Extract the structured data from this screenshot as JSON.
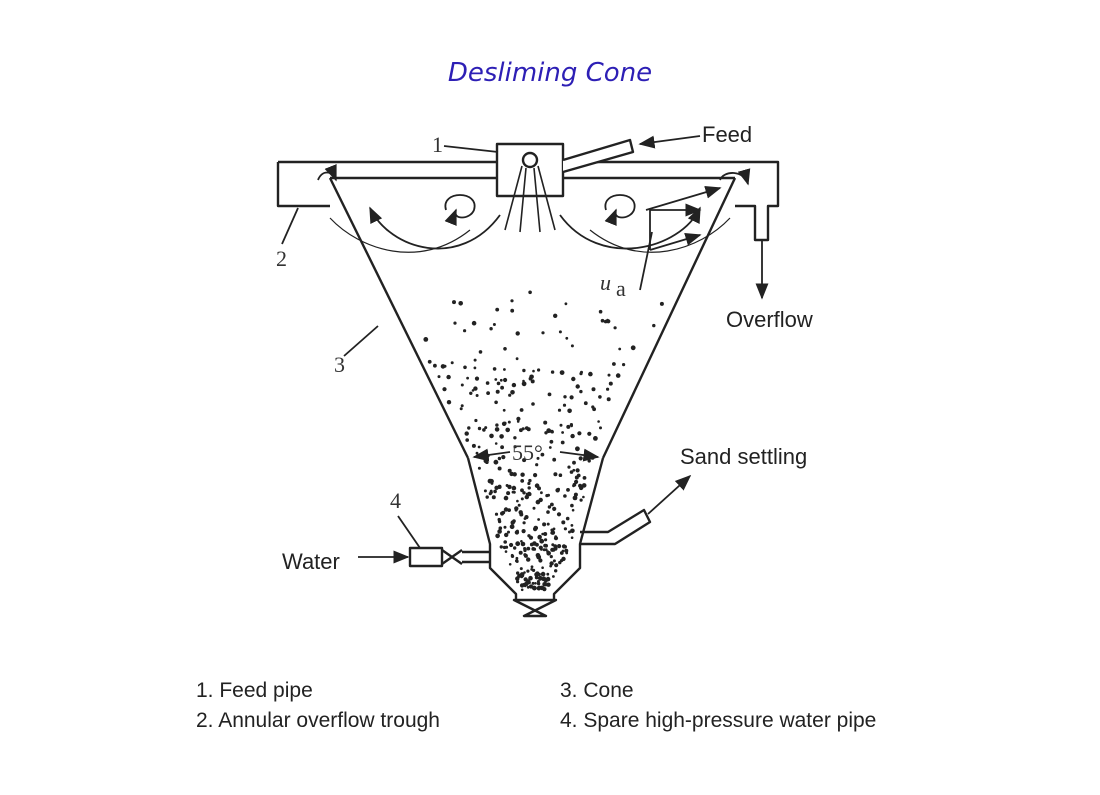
{
  "title": "Desliming Cone",
  "labels": {
    "feed": "Feed",
    "overflow": "Overflow",
    "sand": "Sand settling",
    "water": "Water",
    "angle": "55°",
    "velocity": "u",
    "velocity_sub": "a"
  },
  "callouts": [
    "1",
    "2",
    "3",
    "4"
  ],
  "legend": {
    "left": [
      "1. Feed pipe",
      "2. Annular overflow trough"
    ],
    "right": [
      "3. Cone",
      "4. Spare high-pressure water pipe"
    ]
  }
}
